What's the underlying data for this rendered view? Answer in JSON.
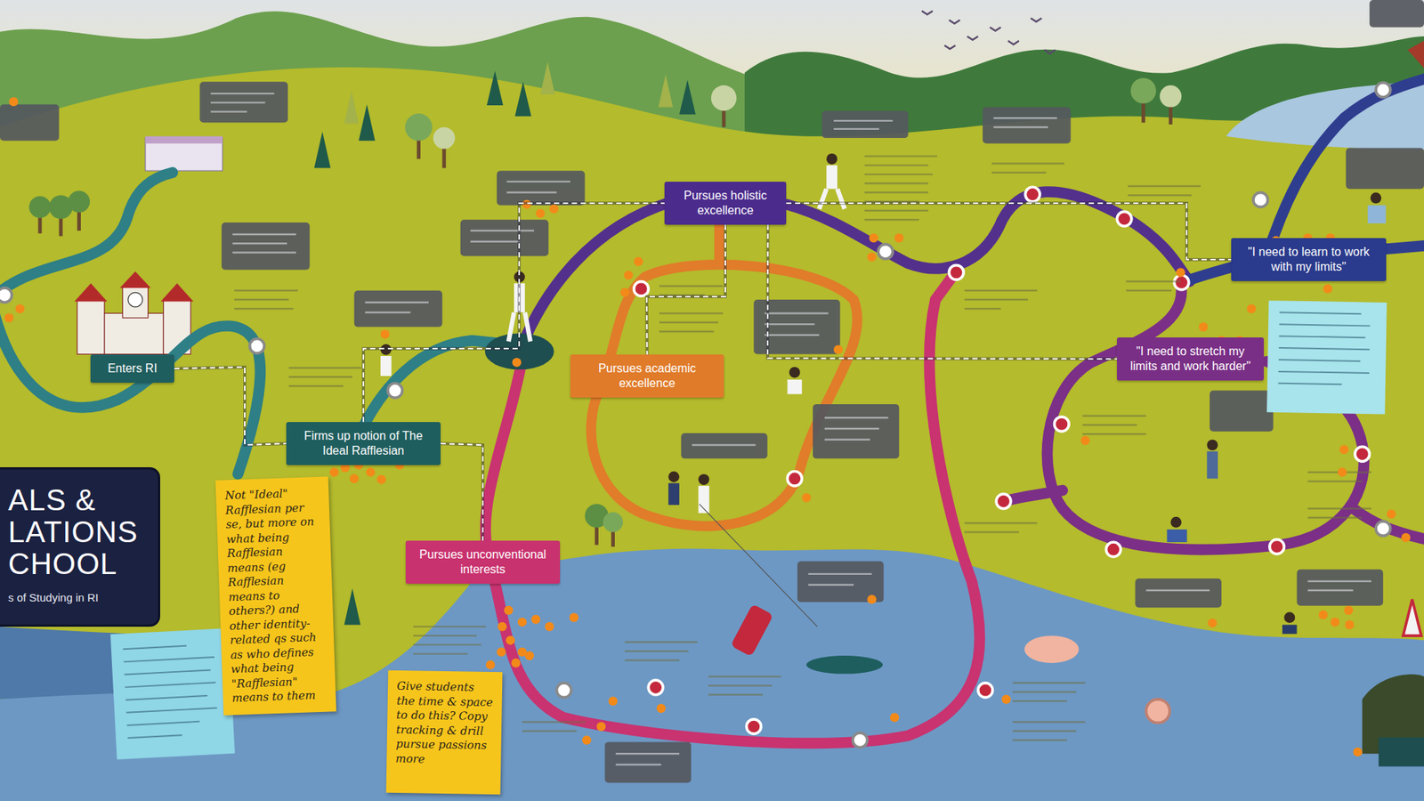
{
  "diagram": {
    "title": "ALS & LATIONS CHOOL",
    "caption": "s of Studying in RI",
    "nodes": [
      {
        "text": [
          "Enters RI"
        ]
      },
      {
        "text": [
          "Firms up notion of The Ideal Rafflesian"
        ]
      },
      {
        "text": [
          "Pursues holistic excellence"
        ]
      },
      {
        "text": [
          "Pursues academic excellence"
        ]
      },
      {
        "text": [
          "Pursues unconventional interests"
        ]
      },
      {
        "text": [
          "\"I need to stretch my limits and work harder\""
        ]
      },
      {
        "text": [
          "\"I need to learn to work with my limits\""
        ]
      },
      {
        "text": [
          "Not \"Ideal\" Rafflesian per se, but more on what being Rafflesian means (eg Rafflesian means to others?) and other identity-related qs such as who defines what being \"Rafflesian\" means to them"
        ]
      },
      {
        "text": [
          "Give students the time & space to do this? Copy tracking & drill pursue passions more"
        ]
      }
    ],
    "edges": [
      {
        "from": 0,
        "to": 1,
        "arrow": "none"
      },
      {
        "from": 1,
        "to": 2,
        "arrow": "none"
      },
      {
        "from": 2,
        "to": 3,
        "arrow": "none"
      },
      {
        "from": 1,
        "to": 4,
        "arrow": "none"
      },
      {
        "from": 2,
        "to": 6,
        "arrow": "none"
      },
      {
        "from": 2,
        "to": 5,
        "arrow": "none"
      }
    ]
  }
}
